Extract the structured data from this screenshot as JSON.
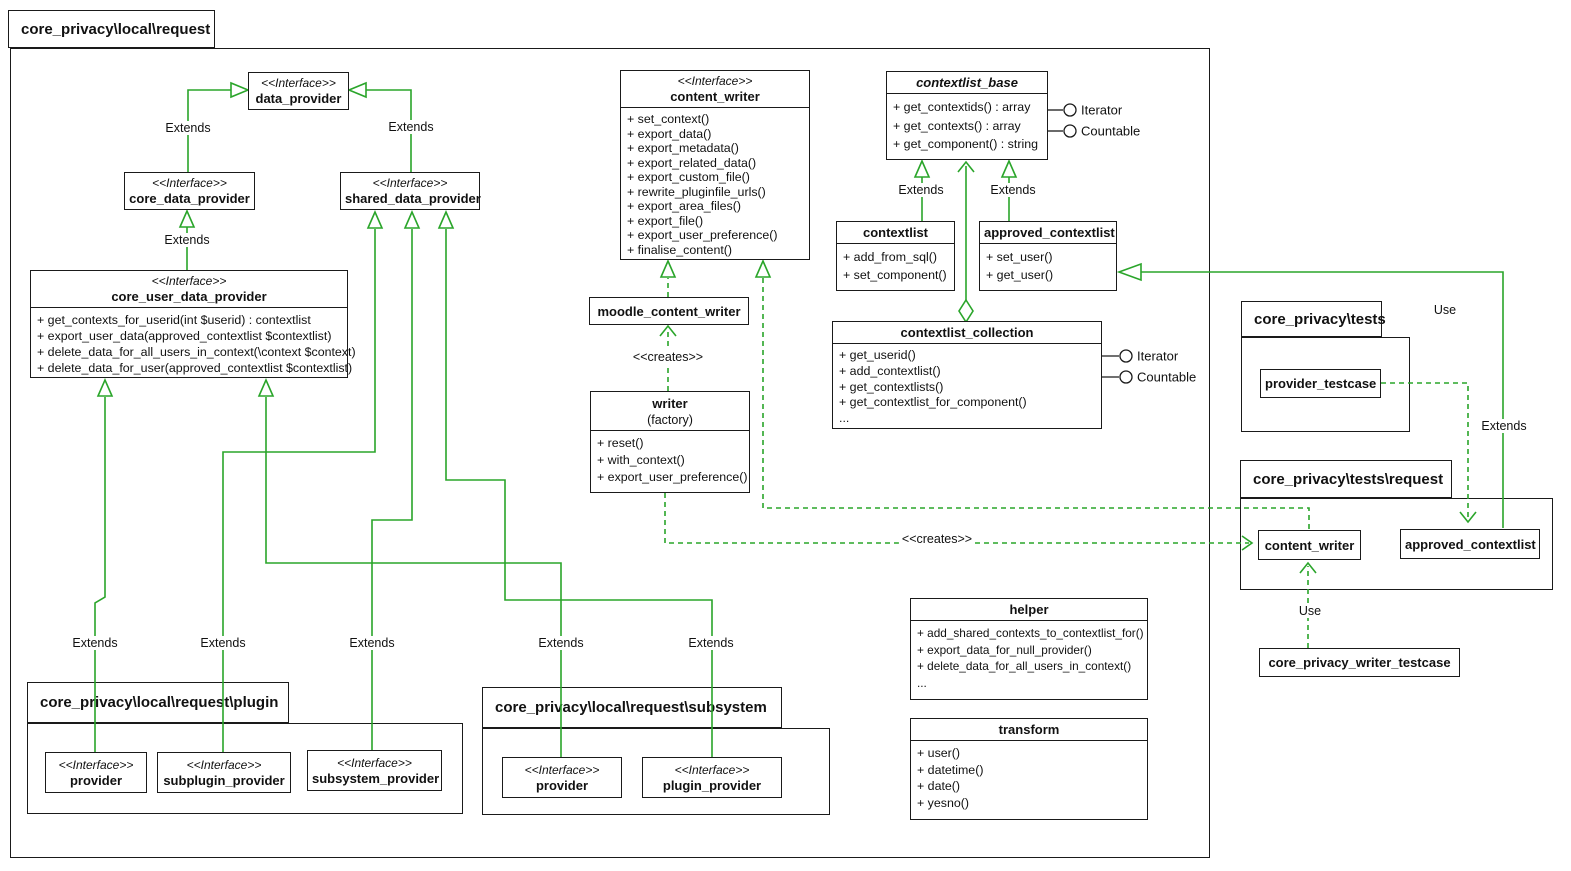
{
  "colors": {
    "green": "#2aa52a",
    "line": "#1a1a1a",
    "background": "#ffffff"
  },
  "diagram": {
    "stereotype_interface": "<<Interface>>"
  },
  "labels": {
    "extends": "Extends",
    "use": "Use",
    "creates": "<<creates>>",
    "iterator": "Iterator",
    "countable": "Countable"
  },
  "packages": {
    "outer": {
      "title": "core_privacy\\local\\request"
    },
    "plugin": {
      "title": "core_privacy\\local\\request\\plugin"
    },
    "subsystem": {
      "title": "core_privacy\\local\\request\\subsystem"
    },
    "tests": {
      "title": "core_privacy\\tests"
    },
    "tests_request": {
      "title": "core_privacy\\tests\\request"
    }
  },
  "classes": {
    "data_provider": {
      "name": "data_provider"
    },
    "core_data_provider": {
      "name": "core_data_provider"
    },
    "shared_data_provider": {
      "name": "shared_data_provider"
    },
    "core_user_data_provider": {
      "name": "core_user_data_provider",
      "methods": [
        "+ get_contexts_for_userid(int $userid) : contextlist",
        "+ export_user_data(approved_contextlist $contextlist)",
        "+ delete_data_for_all_users_in_context(\\context $context)",
        "+ delete_data_for_user(approved_contextlist $contextlist)"
      ]
    },
    "content_writer": {
      "name": "content_writer",
      "methods": [
        "+ set_context()",
        "+ export_data()",
        "+ export_metadata()",
        "+ export_related_data()",
        "+ export_custom_file()",
        "+ rewrite_pluginfile_urls()",
        "+ export_area_files()",
        "+ export_file()",
        "+ export_user_preference()",
        "+ finalise_content()"
      ]
    },
    "contextlist_base": {
      "name": "contextlist_base",
      "methods": [
        "+ get_contextids() : array",
        "+ get_contexts() : array",
        "+ get_component() : string"
      ]
    },
    "contextlist": {
      "name": "contextlist",
      "methods": [
        "+ add_from_sql()",
        "+ set_component()"
      ]
    },
    "approved_contextlist": {
      "name": "approved_contextlist",
      "methods": [
        "+ set_user()",
        "+ get_user()"
      ]
    },
    "contextlist_collection": {
      "name": "contextlist_collection",
      "methods": [
        "+ get_userid()",
        "+ add_contextlist()",
        "+ get_contextlists()",
        "+ get_contextlist_for_component()",
        "..."
      ]
    },
    "moodle_content_writer": {
      "name": "moodle_content_writer"
    },
    "writer": {
      "name": "writer",
      "subtitle": "(factory)",
      "methods": [
        "+ reset()",
        "+ with_context()",
        "+ export_user_preference()"
      ]
    },
    "helper": {
      "name": "helper",
      "methods": [
        "+ add_shared_contexts_to_contextlist_for()",
        "+ export_data_for_null_provider()",
        "+ delete_data_for_all_users_in_context()",
        "..."
      ]
    },
    "transform": {
      "name": "transform",
      "methods": [
        "+ user()",
        "+ datetime()",
        "+ date()",
        "+ yesno()"
      ]
    },
    "plugin_provider_if": {
      "name": "provider"
    },
    "subplugin_provider": {
      "name": "subplugin_provider"
    },
    "subsystem_provider": {
      "name": "subsystem_provider"
    },
    "subsystem_provider_if": {
      "name": "provider"
    },
    "subsystem_plugin_provider": {
      "name": "plugin_provider"
    },
    "provider_testcase": {
      "name": "provider_testcase"
    },
    "tests_content_writer": {
      "name": "content_writer"
    },
    "tests_approved_contextlist": {
      "name": "approved_contextlist"
    },
    "core_privacy_writer_testcase": {
      "name": "core_privacy_writer_testcase"
    }
  }
}
